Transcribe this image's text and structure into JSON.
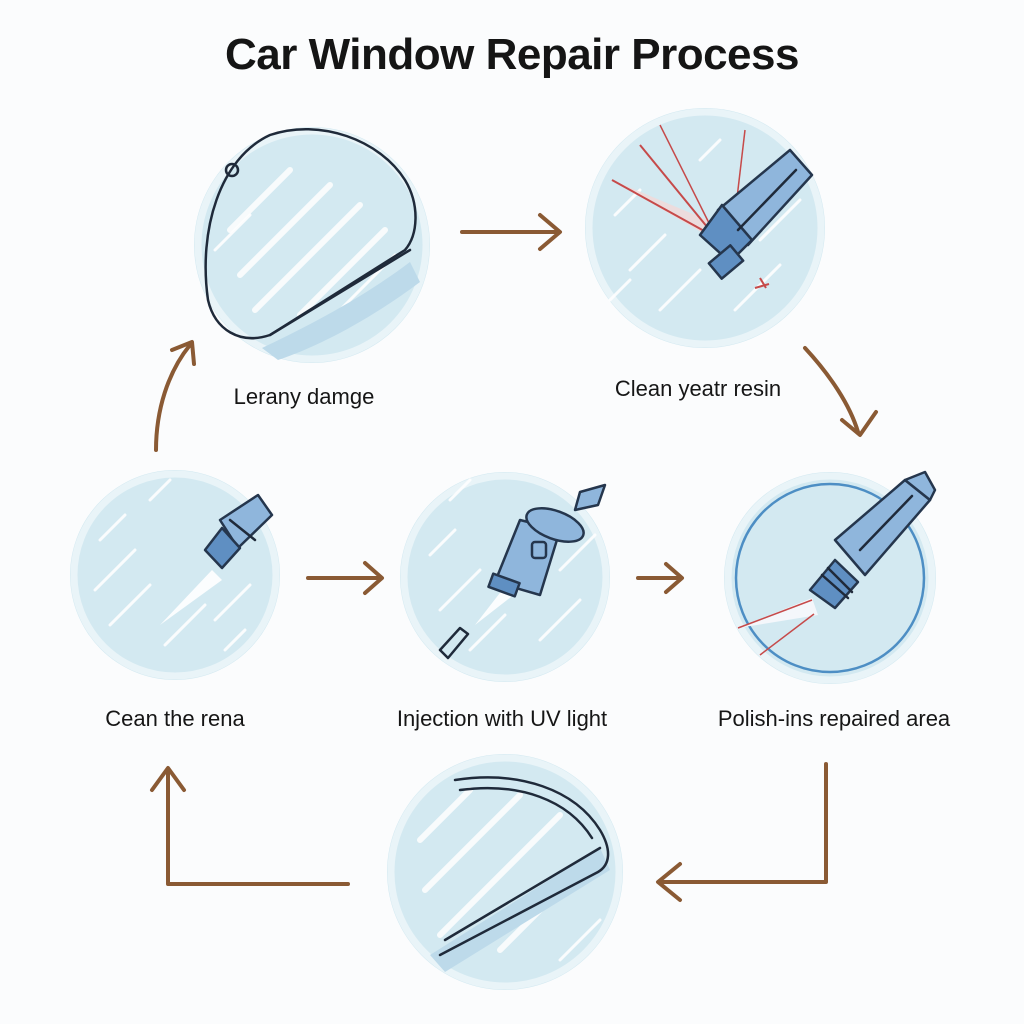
{
  "title": "Car Window Repair Process",
  "steps": [
    {
      "label": "Lerany damge"
    },
    {
      "label": "Clean yeatr resin"
    },
    {
      "label": "Cean the rena"
    },
    {
      "label": "Injection with UV light"
    },
    {
      "label": "Polish-ins repaired area"
    }
  ],
  "colors": {
    "circle_fill": "#d3e9f1",
    "arrow": "#8a5a34",
    "tool_blue": "#8fb6dc",
    "ink": "#1f2a3a"
  },
  "icons": [
    "glass-panel-icon",
    "resin-injector-icon",
    "cleaning-tool-icon",
    "uv-injector-icon",
    "polish-tool-icon"
  ]
}
